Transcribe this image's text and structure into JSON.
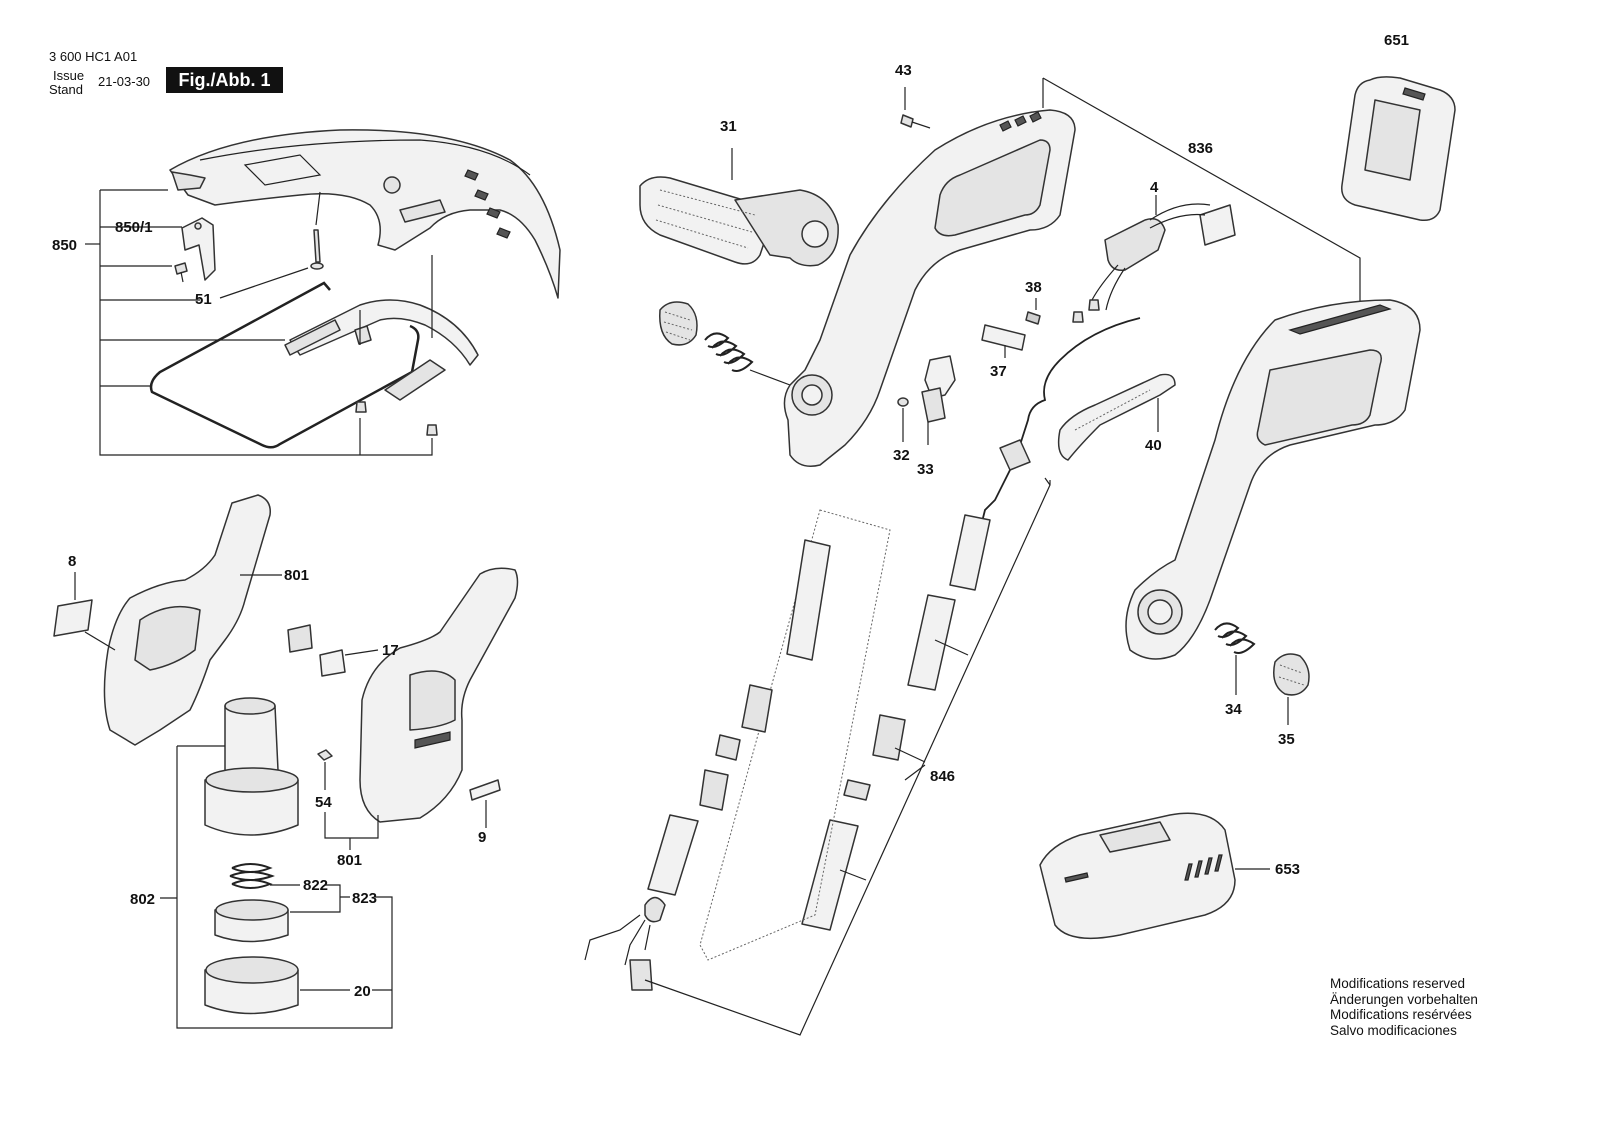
{
  "header": {
    "doc_number": "3 600 HC1 A01",
    "issue_label": "Issue",
    "stand_label": "Stand",
    "date": "21-03-30",
    "figure_label": "Fig./Abb. 1"
  },
  "callouts": {
    "p651": "651",
    "p43": "43",
    "p31": "31",
    "p836": "836",
    "p4": "4",
    "p850": "850",
    "p850_1": "850/1",
    "p51": "51",
    "p38": "38",
    "p37": "37",
    "p32": "32",
    "p33": "33",
    "p40": "40",
    "p8": "8",
    "p801a": "801",
    "p17": "17",
    "p9": "9",
    "p54": "54",
    "p801b": "801",
    "p802": "802",
    "p822": "822",
    "p823": "823",
    "p20": "20",
    "p846": "846",
    "p34": "34",
    "p35": "35",
    "p653": "653"
  },
  "notice": {
    "line1": "Modifications reserved",
    "line2": "Änderungen vorbehalten",
    "line3": "Modifications resérvées",
    "line4": "Salvo modificaciones"
  }
}
